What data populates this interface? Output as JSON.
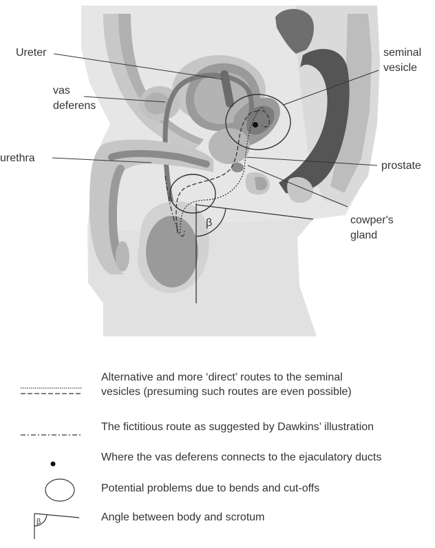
{
  "labels": {
    "ureter": "Ureter",
    "vas_deferens_1": "vas",
    "vas_deferens_2": "deferens",
    "urethra": "urethra",
    "seminal_vesicle_1": "seminal",
    "seminal_vesicle_2": "vesicle",
    "prostate": "prostate",
    "cowpers_gland_1": "cowper's",
    "cowpers_gland_2": "gland",
    "angle_symbol": "β"
  },
  "legend": [
    {
      "symbol": "dotted-and-dashed-lines-icon",
      "text_1": "Alternative and more ‘direct’ routes to the seminal",
      "text_2": "vesicles (presuming such routes are even possible)"
    },
    {
      "symbol": "dash-dot-line-icon",
      "text_1": "The fictitious route as suggested by Dawkins’ illustration"
    },
    {
      "symbol": "dot-icon",
      "text_1": "Where the vas deferens connects to the ejaculatory ducts"
    },
    {
      "symbol": "circle-icon",
      "text_1": "Potential problems due to bends and cut-offs"
    },
    {
      "symbol": "angle-icon",
      "angle_symbol": "β",
      "text_1": "Angle between body and scrotum"
    }
  ],
  "colors": {
    "body_light": "#e6e6e6",
    "tissue_mid": "#c8c8c8",
    "organ_dark": "#9a9a9a",
    "organ_darker": "#6e6e6e",
    "organ_darkest": "#555555",
    "line": "#333333"
  }
}
